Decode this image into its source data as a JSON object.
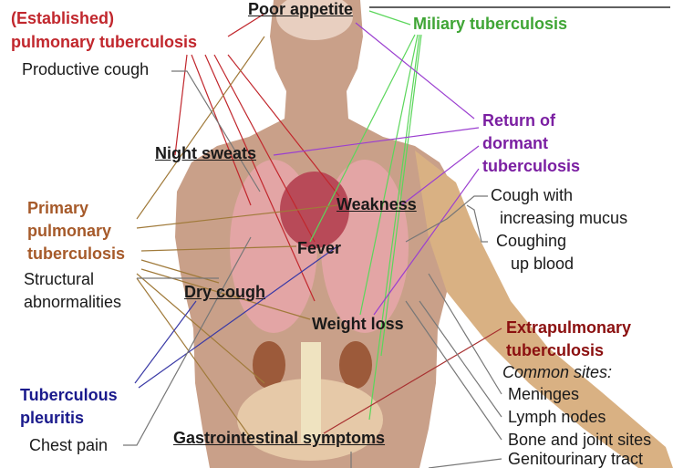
{
  "labels": {
    "poor_appetite": "Poor appetite",
    "established_1": "(Established)",
    "established_2": "pulmonary tuberculosis",
    "miliary": "Miliary tuberculosis",
    "productive_cough": "Productive cough",
    "return_1": "Return of",
    "return_2": "dormant",
    "return_3": "tuberculosis",
    "night_sweats": "Night sweats",
    "cough_mucus_1": "Cough with",
    "cough_mucus_2": "increasing mucus",
    "coughing_blood_1": "Coughing",
    "coughing_blood_2": "up blood",
    "weakness": "Weakness",
    "primary_1": "Primary",
    "primary_2": "pulmonary",
    "primary_3": "tuberculosis",
    "fever": "Fever",
    "structural_1": "Structural",
    "structural_2": "abnormalities",
    "dry_cough": "Dry cough",
    "weight_loss": "Weight loss",
    "extrapulmonary_1": "Extrapulmonary",
    "extrapulmonary_2": "tuberculosis",
    "common_sites": "Common sites:",
    "meninges": "Meninges",
    "lymph_nodes": "Lymph nodes",
    "bone_joint": "Bone and joint sites",
    "genitourinary": "Genitourinary tract",
    "pleuritis_1": "Tuberculous",
    "pleuritis_2": "pleuritis",
    "chest_pain": "Chest pain",
    "gi_symptoms": "Gastrointestinal symptoms"
  },
  "colors": {
    "established": "#c1272d",
    "miliary": "#3fa535",
    "return": "#7b1fa2",
    "primary": "#a65a2a",
    "pleuritis": "#1a1a8c",
    "extrapulmonary": "#8b1010",
    "body": "#c9a089",
    "lines_gray": "#777777"
  }
}
